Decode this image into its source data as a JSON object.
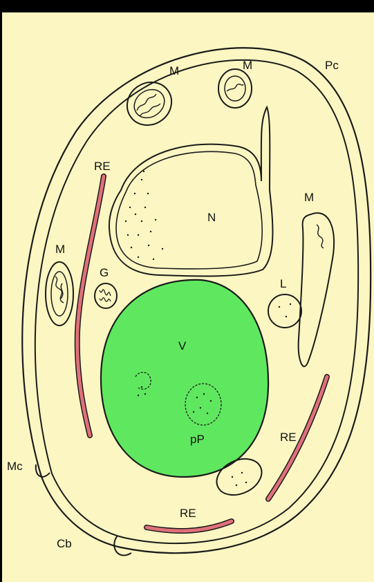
{
  "colors": {
    "background": "#fcf6c2",
    "outline": "#1a1a1a",
    "vacuole": "#5fe85f",
    "reticulum": "#e0707a",
    "frame": "#000000"
  },
  "labels": {
    "mitochondria": "M",
    "plasma_cell": "Pc",
    "reticulum": "RE",
    "nucleus": "N",
    "golgi": "G",
    "lipid": "L",
    "vacuole": "V",
    "polyphosphate": "pP",
    "cell_membrane": "Mc",
    "bud_scar": "Cb"
  }
}
